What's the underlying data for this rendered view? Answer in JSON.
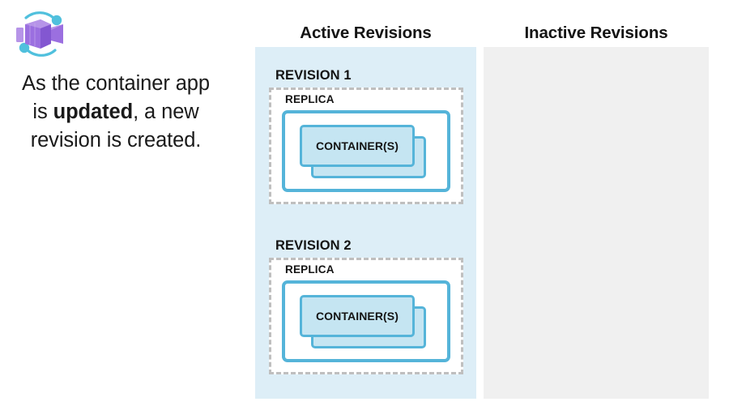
{
  "logo": {
    "name": "azure-container-apps-logo",
    "colors": {
      "cube_light": "#b694e8",
      "cube_mid": "#9b6fe0",
      "cube_dark": "#8357d1",
      "accent_cyan": "#50c0dd"
    }
  },
  "caption": {
    "part1": "As the container app is ",
    "emphasis": "updated",
    "part2": ", a new revision is created."
  },
  "columns": {
    "active": {
      "heading": "Active Revisions",
      "background": "#ddeef7"
    },
    "inactive": {
      "heading": "Inactive Revisions",
      "background": "#f0f0f0",
      "revisions": []
    }
  },
  "revisions": [
    {
      "id": "revision-1",
      "label": "REVISION 1",
      "replica": {
        "label": "REPLICA",
        "containers": {
          "label": "CONTAINER(S)",
          "count": 2
        }
      }
    },
    {
      "id": "revision-2",
      "label": "REVISION 2",
      "replica": {
        "label": "REPLICA",
        "containers": {
          "label": "CONTAINER(S)",
          "count": 2
        }
      }
    }
  ],
  "palette": {
    "border_blue": "#55b4d9",
    "container_fill": "#c5e5f2",
    "dashed_gray": "#bfbfbf",
    "text_dark": "#141414"
  }
}
